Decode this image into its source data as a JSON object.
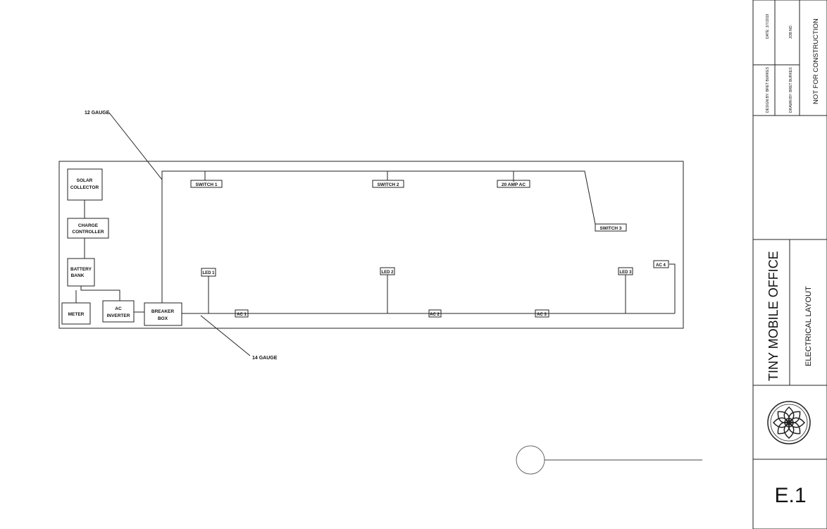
{
  "diagram": {
    "wire_labels": {
      "gauge_12": "12 GAUGE",
      "gauge_14": "14 GAUGE"
    },
    "components": {
      "solar_collector": [
        "SOLAR",
        "COLLECTOR"
      ],
      "charge_controller": [
        "CHARGE",
        "CONTROLLER"
      ],
      "battery_bank": [
        "BATTERY",
        "BANK"
      ],
      "meter": [
        "METER"
      ],
      "ac_inverter": [
        "AC",
        "INVERTER"
      ],
      "breaker_box": [
        "BREAKER",
        "BOX"
      ]
    },
    "circuit_labels": {
      "switch_1": "SWITCH 1",
      "switch_2": "SWITCH 2",
      "ac_20_amp": "20 AMP AC",
      "switch_3": "SWITCH 3",
      "led_1": "LED 1",
      "led_2": "LED 2",
      "led_3": "LED 3",
      "ac_1": "AC 1",
      "ac_2": "AC 2",
      "ac_3": "AC 3",
      "ac_4": "AC 4"
    }
  },
  "title_block": {
    "design_by": "DESIGN BY: BRET BURKES",
    "date": "DATE: 3/7/2019",
    "drawn_by": "DRAWN BY: BRET BURKES",
    "job_no": "JOB NO.",
    "not_for_construction": "NOT FOR CONSTRUCTION",
    "project_title": "TINY MOBILE OFFICE",
    "sheet_title": "ELECTRICAL LAYOUT",
    "sheet_number": "E.1",
    "logo_icon": "lotus-seal-icon"
  }
}
